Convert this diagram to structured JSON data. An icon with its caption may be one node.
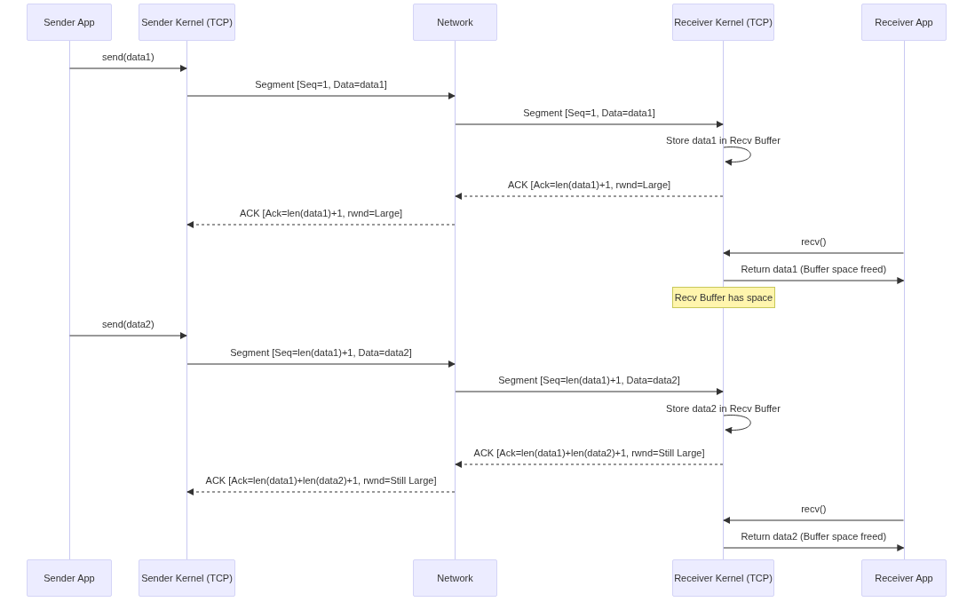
{
  "diagram": {
    "nodes": [
      {
        "text": [
          "Sender App"
        ]
      },
      {
        "text": [
          "Sender Kernel (TCP)"
        ]
      },
      {
        "text": [
          "Network"
        ]
      },
      {
        "text": [
          "Receiver Kernel (TCP)"
        ]
      },
      {
        "text": [
          "Receiver App"
        ]
      },
      {
        "text": [
          "Sender App"
        ]
      },
      {
        "text": [
          "Sender Kernel (TCP)"
        ]
      },
      {
        "text": [
          "Network"
        ]
      },
      {
        "text": [
          "Receiver Kernel (TCP)"
        ]
      },
      {
        "text": [
          "Receiver App"
        ]
      },
      {
        "text": [
          "Recv Buffer has space"
        ]
      },
      {
        "text": [],
        "shape": "line"
      },
      {
        "text": [],
        "shape": "line"
      },
      {
        "text": [],
        "shape": "line"
      },
      {
        "text": [],
        "shape": "line"
      },
      {
        "text": [],
        "shape": "line"
      }
    ],
    "edges": [
      {
        "from": 11,
        "to": 12,
        "arrow": "to",
        "label": "send(data1)"
      },
      {
        "from": 12,
        "to": 13,
        "arrow": "to",
        "label": "Segment [Seq=1, Data=data1]"
      },
      {
        "from": 13,
        "to": 14,
        "arrow": "to",
        "label": "Segment [Seq=1, Data=data1]"
      },
      {
        "from": 14,
        "to": 14,
        "arrow": "to",
        "label": "Store data1 in Recv Buffer"
      },
      {
        "from": 14,
        "to": 13,
        "arrow": "to",
        "label": "ACK [Ack=len(data1)+1, rwnd=Large]",
        "style": "dashed"
      },
      {
        "from": 13,
        "to": 12,
        "arrow": "to",
        "label": "ACK [Ack=len(data1)+1, rwnd=Large]",
        "style": "dashed"
      },
      {
        "from": 15,
        "to": 14,
        "arrow": "to",
        "label": "recv()"
      },
      {
        "from": 14,
        "to": 15,
        "arrow": "to",
        "label": "Return data1 (Buffer space freed)"
      },
      {
        "from": 11,
        "to": 12,
        "arrow": "to",
        "label": "send(data2)"
      },
      {
        "from": 12,
        "to": 13,
        "arrow": "to",
        "label": "Segment [Seq=len(data1)+1, Data=data2]"
      },
      {
        "from": 13,
        "to": 14,
        "arrow": "to",
        "label": "Segment [Seq=len(data1)+1, Data=data2]"
      },
      {
        "from": 14,
        "to": 14,
        "arrow": "to",
        "label": "Store data2 in Recv Buffer"
      },
      {
        "from": 14,
        "to": 13,
        "arrow": "to",
        "label": "ACK [Ack=len(data1)+len(data2)+1, rwnd=Still Large]",
        "style": "dashed"
      },
      {
        "from": 13,
        "to": 12,
        "arrow": "to",
        "label": "ACK [Ack=len(data1)+len(data2)+1, rwnd=Still Large]",
        "style": "dashed"
      },
      {
        "from": 15,
        "to": 14,
        "arrow": "to",
        "label": "recv()"
      },
      {
        "from": 14,
        "to": 15,
        "arrow": "to",
        "label": "Return data2 (Buffer space freed)"
      }
    ]
  }
}
